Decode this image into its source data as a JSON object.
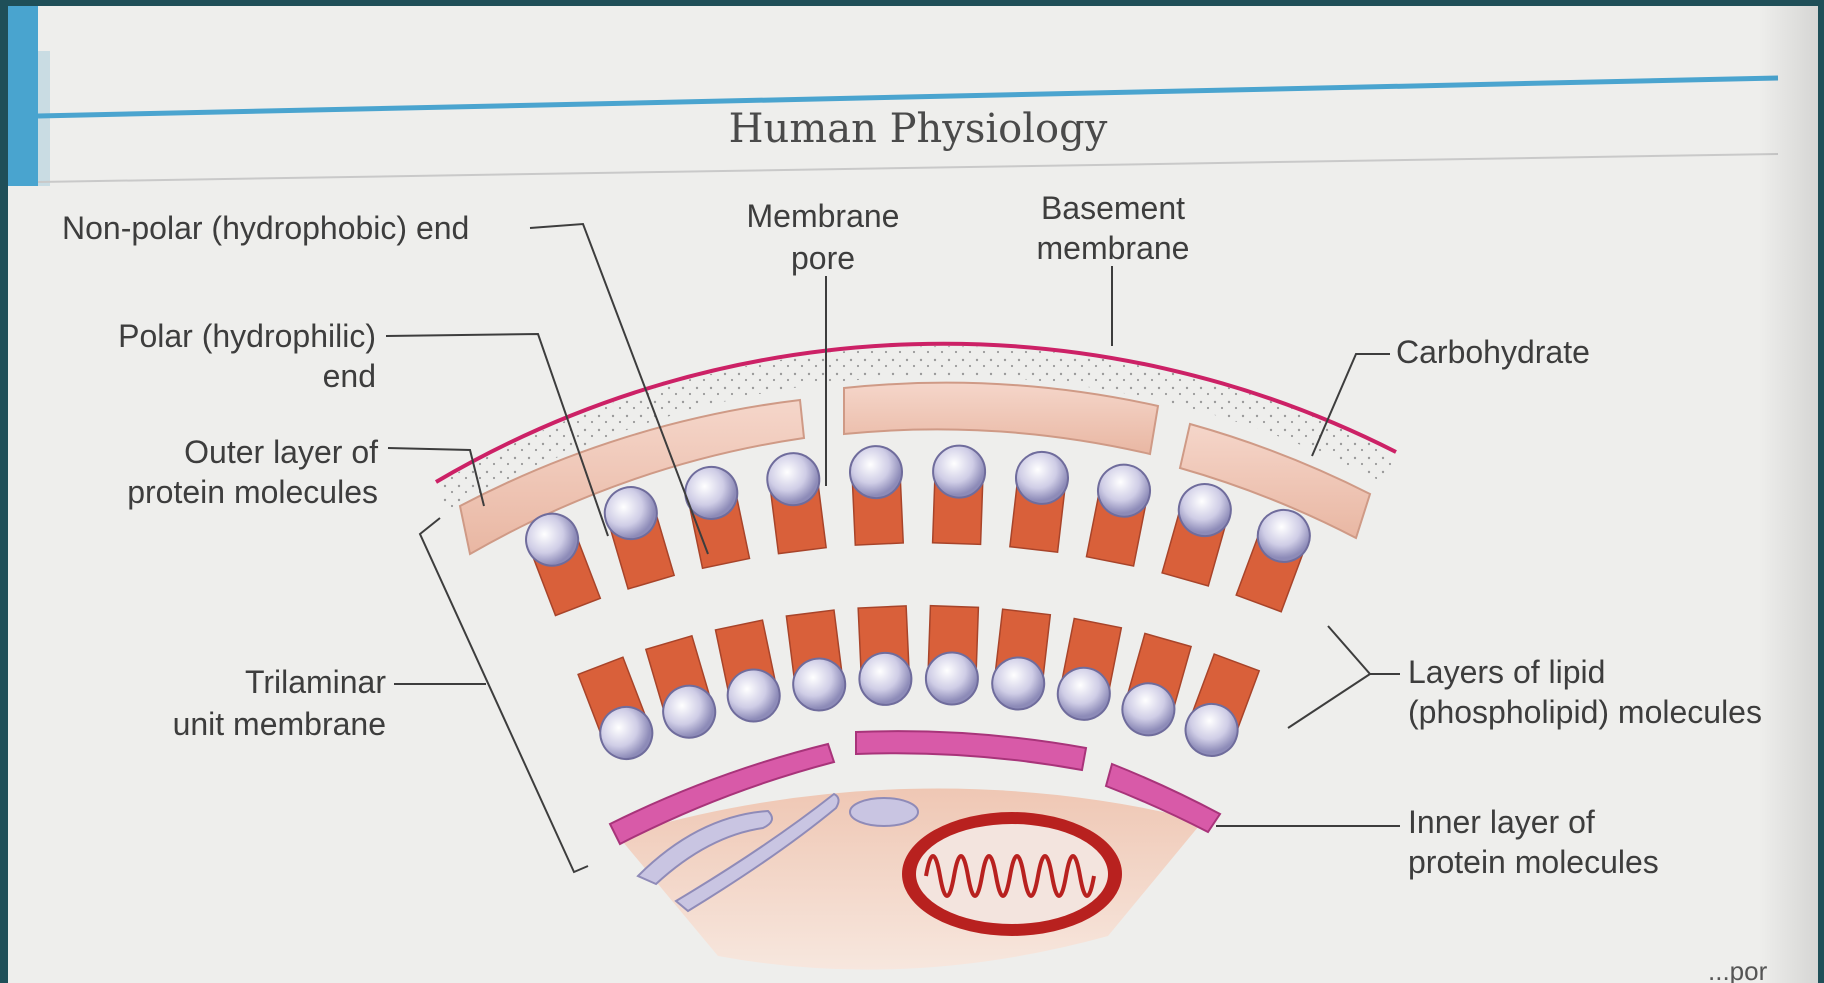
{
  "header": {
    "title": "Human Physiology"
  },
  "labels": {
    "nonpolar_end": "Non-polar (hydrophobic) end",
    "membrane_pore_line1": "Membrane",
    "membrane_pore_line2": "pore",
    "basement_line1": "Basement",
    "basement_line2": "membrane",
    "polar_line1": "Polar (hydrophilic)",
    "polar_line2": "end",
    "carbohydrate": "Carbohydrate",
    "outer_layer_line1": "Outer layer of",
    "outer_layer_line2": "protein molecules",
    "trilaminar_line1": "Trilaminar",
    "trilaminar_line2": "unit membrane",
    "lipid_layers_line1": "Layers of lipid",
    "lipid_layers_line2": "(phospholipid) molecules",
    "inner_layer_line1": "Inner layer of",
    "inner_layer_line2": "protein molecules"
  },
  "footer": {
    "partial_text": "...por propo"
  },
  "colors": {
    "protein_outer": "#f2cdbf",
    "lipid_tail": "#d9603a",
    "lipid_head": "#c9c7e2",
    "basement_membrane": "#cc2166",
    "inner_protein": "#d85aa8",
    "mitochondrion": "#b8211f",
    "cytoplasm": "#f4d7c9",
    "header_rule": "#4aa4cf"
  }
}
